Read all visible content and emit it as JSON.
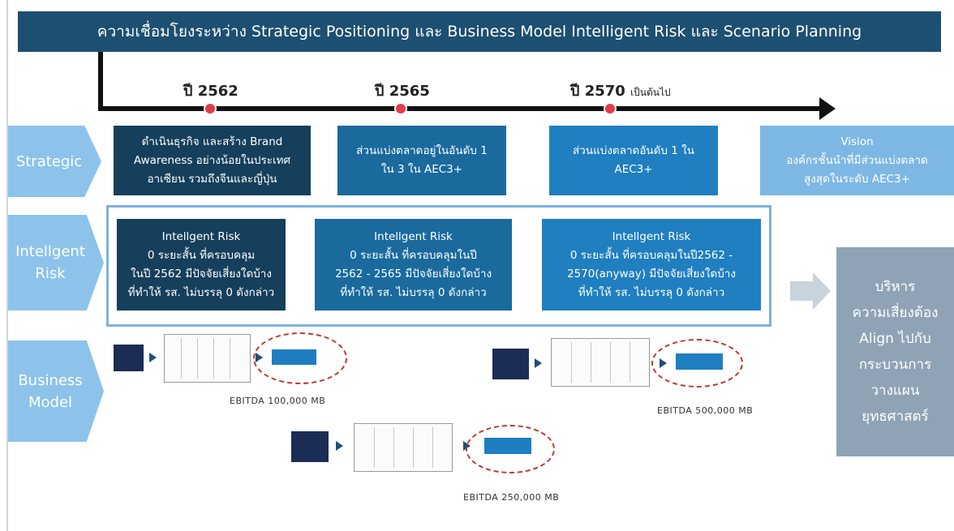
{
  "title": "ความเชื่อมโยงระหว่าง Strategic Positioning และ Business Model Intelligent Risk และ Scenario Planning",
  "timeline": {
    "years": [
      {
        "label": "ปี 2562",
        "note": ""
      },
      {
        "label": "ปี 2565",
        "note": ""
      },
      {
        "label": "ปี 2570",
        "note": "เป็นต้นไป"
      }
    ]
  },
  "rows": {
    "strategic": "Strategic",
    "risk": "Intellgent\nRisk",
    "business": "Business\nModel"
  },
  "strategic_boxes": [
    "ดำเนินธุรกิจ และสร้าง Brand\nAwareness อย่างน้อยในประเทศ\nอาเซียน รวมถึงจีนและญี่ปุ่น",
    "ส่วนแบ่งตลาดอยู่ในอันดับ 1\nใน 3 ใน AEC3+",
    "ส่วนแบ่งตลาดอันดับ 1 ใน\nAEC3+",
    "Vision\nองค์กรชั้นนำที่มีส่วนแบ่งตลาด\nสูงสุดในระดับ AEC3+"
  ],
  "risk_boxes": [
    "Intellgent Risk\n0 ระยะสั้น ที่ครอบคลุม\nในปี 2562 มีปัจจัยเสี่ยงใดบ้าง\nที่ทำให้ รส. ไม่บรรลุ 0 ดังกล่าว",
    "Intellgent Risk\n0 ระยะสั้น ที่ครอบคลุมในปี\n2562 - 2565 มีปัจจัยเสี่ยงใดบ้าง\nที่ทำให้ รส. ไม่บรรลุ 0 ดังกล่าว",
    "Intellgent Risk\n0 ระยะสั้น ที่ครอบคลุมในปี2562 -\n2570(anyway) มีปัจจัยเสี่ยงใดบ้าง\nที่ทำให้ รส. ไม่บรรลุ 0 ดังกล่าว"
  ],
  "manage_box": "บริหาร\nความเสี่ยงต้อง\nAlign ไปกับ\nกระบวนการ\nวางแผน\nยุทธศาสตร์",
  "business_models": [
    {
      "ebitda": "EBITDA 100,000 MB"
    },
    {
      "ebitda": "EBITDA 250,000 MB"
    },
    {
      "ebitda": "EBITDA 500,000 MB"
    }
  ],
  "colors": {
    "title_bar": "#1d4f70",
    "box_dark": "#163f5c",
    "box_mid": "#1a6a9e",
    "box_blue": "#1f7fc0",
    "box_light": "#7db8e5",
    "row_label": "#8dc3ea",
    "timeline_dot": "#e23b4a",
    "manage_box": "#8fa3b5"
  }
}
